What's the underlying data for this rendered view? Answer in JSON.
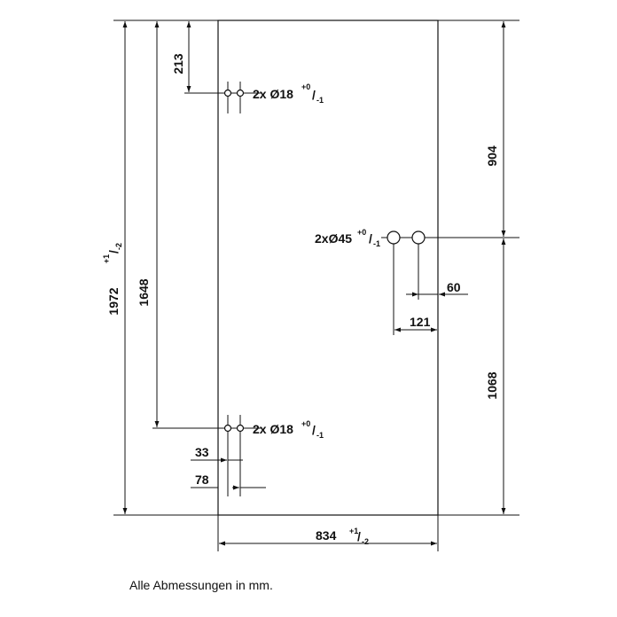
{
  "drawing": {
    "door_width": {
      "value": "834",
      "tol_upper": "+1",
      "tol_lower": "-2"
    },
    "door_height": {
      "value": "1972",
      "tol_upper": "+1",
      "tol_lower": "-2"
    },
    "hinge_hole_offset_top": "213",
    "hinge_hole_spacing": "1648",
    "hinge_holes_top": {
      "label": "2x Ø18",
      "tol_upper": "+0",
      "tol_lower": "-1"
    },
    "hinge_holes_bottom": {
      "label": "2x Ø18",
      "tol_upper": "+0",
      "tol_lower": "-1"
    },
    "hinge_hole_x1": "33",
    "hinge_hole_x2": "78",
    "handle_holes": {
      "label": "2xØ45",
      "tol_upper": "+0",
      "tol_lower": "-1"
    },
    "handle_from_top": "904",
    "handle_from_bottom": "1068",
    "handle_x1": "60",
    "handle_x2": "121"
  },
  "footer": {
    "note": "Alle Abmessungen in mm."
  }
}
